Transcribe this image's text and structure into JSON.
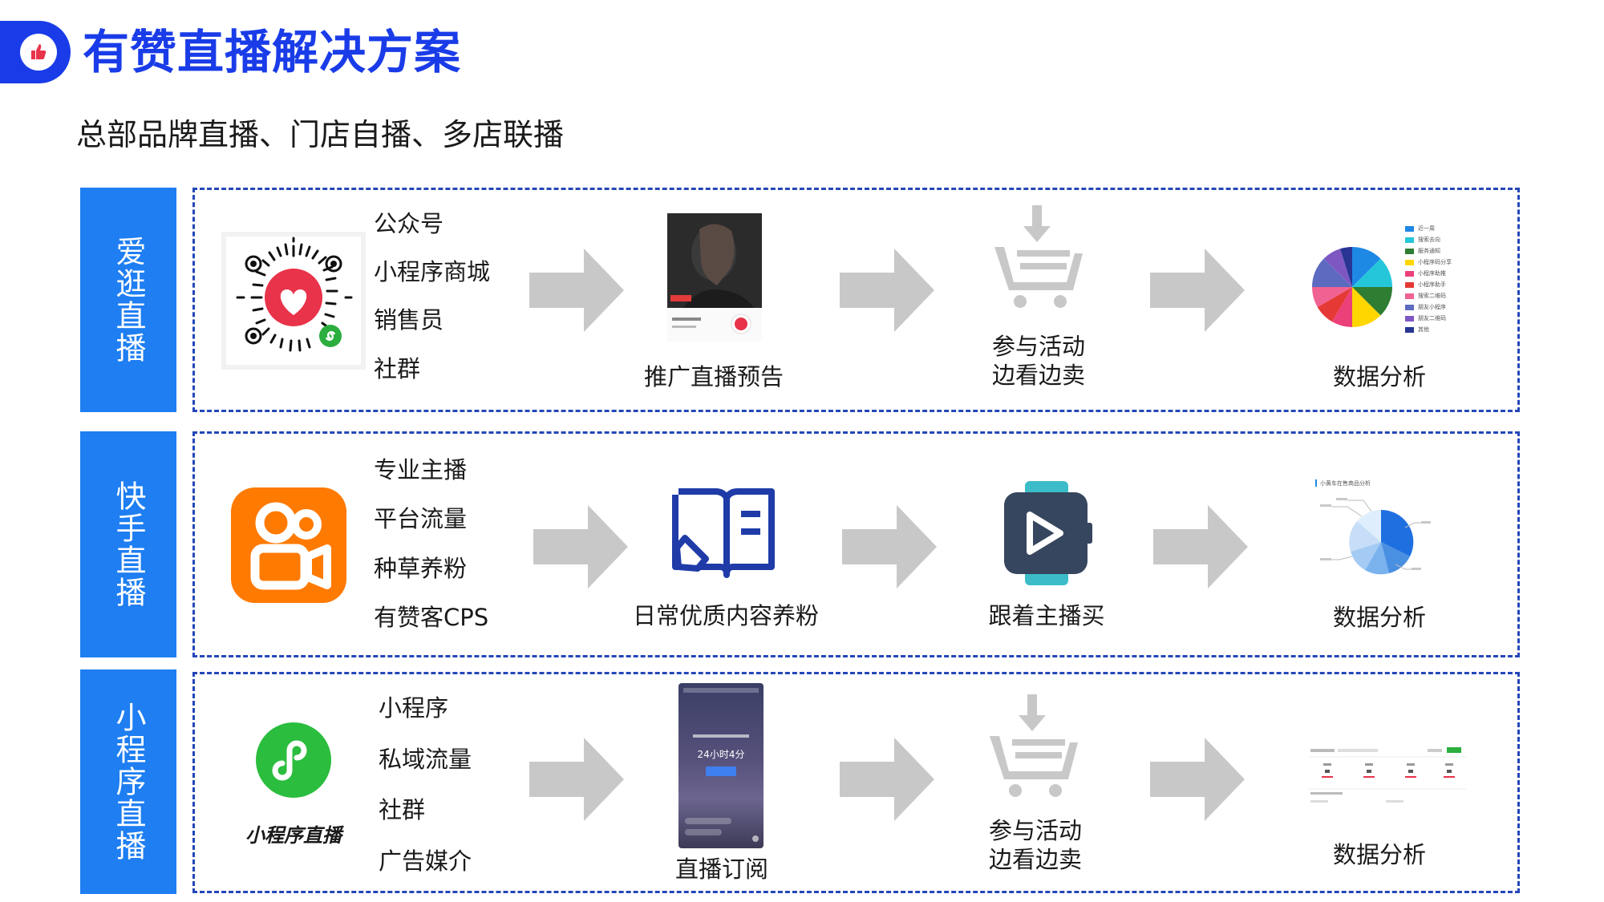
{
  "header": {
    "title": "有赞直播解决方案",
    "subtitle": "总部品牌直播、门店自播、多店联播"
  },
  "colors": {
    "brand_blue": "#1a3ce8",
    "label_blue": "#1e7ef2",
    "dash_blue": "#2447b8",
    "arrow_gray": "#c8c8c8"
  },
  "rows": [
    {
      "label": "爱逛直播",
      "channels": [
        "公众号",
        "小程序商城",
        "销售员",
        "社群"
      ],
      "step1": "推广直播预告",
      "step2_line1": "参与活动",
      "step2_line2": "边看边卖",
      "step3": "数据分析",
      "icons": [
        "qr-code-icon",
        "cart-icon",
        "pie-chart-icon"
      ]
    },
    {
      "label": "快手直播",
      "channels": [
        "专业主播",
        "平台流量",
        "种草养粉",
        "有赞客CPS"
      ],
      "step1": "日常优质内容养粉",
      "step2": "跟着主播买",
      "step3": "数据分析",
      "icons": [
        "kuaishou-logo-icon",
        "book-pen-icon",
        "watch-play-icon",
        "pie-chart-icon"
      ]
    },
    {
      "label": "小程序直播",
      "channels": [
        "小程序",
        "私域流量",
        "社群",
        "广告媒介"
      ],
      "logo_text": "小程序直播",
      "step1": "直播订阅",
      "step2_line1": "参与活动",
      "step2_line2": "边看边卖",
      "step3": "数据分析",
      "phone_text": "24小时4分",
      "icons": [
        "mini-program-logo-icon",
        "cart-icon",
        "dashboard-icon"
      ]
    }
  ],
  "pie_legend": [
    "近一周",
    "搜索去向",
    "服务通知",
    "小程序码分享",
    "小程序助推",
    "小程序助手",
    "搜索二维码",
    "朋友小程序",
    "朋友二维码",
    "其他"
  ],
  "pie_legend_colors": [
    "#1e88e5",
    "#26c6da",
    "#2e7d32",
    "#ffd600",
    "#ec407a",
    "#e53935",
    "#f06292",
    "#5c6bc0",
    "#7e57c2",
    "#283593"
  ],
  "pie2_title": "小黄车在售商品分析"
}
